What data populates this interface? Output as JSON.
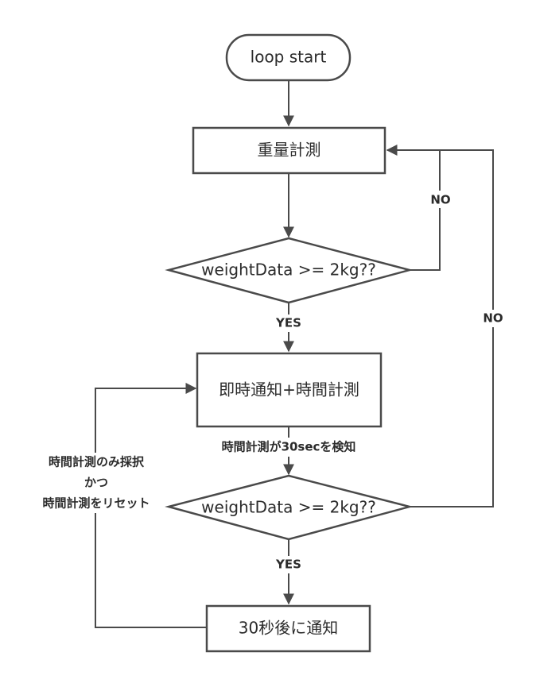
{
  "nodes": {
    "start": "loop start",
    "measure_weight": "重量計測",
    "decision1": "weightData >= 2kg??",
    "notify_and_time": "即時通知+時間計測",
    "decision2": "weightData >= 2kg??",
    "notify_after": "30秒後に通知"
  },
  "edges": {
    "d1_yes": "YES",
    "d1_no": "NO",
    "time_detect": "時間計測が30secを検知",
    "d2_yes": "YES",
    "d2_no": "NO",
    "loop_back_line1": "時間計測のみ採択",
    "loop_back_line2": "かつ",
    "loop_back_line3": "時間計測をリセット"
  }
}
